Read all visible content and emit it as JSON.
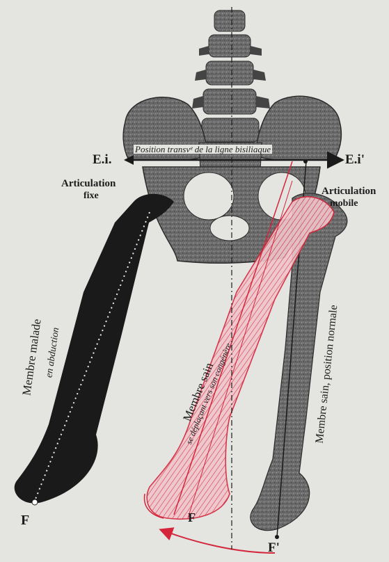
{
  "labels": {
    "ei_left": "E.i.",
    "ei_right": "E.i'",
    "bisiliac_line": "Position transvᵉ de la ligne bisiliaque",
    "articulation_left_1": "Articulation",
    "articulation_left_2": "fixe",
    "articulation_right_1": "Articulation",
    "articulation_right_2": "mobile",
    "membre_malade": "Membre malade",
    "en_abduction": "en abduction",
    "membre_sain": "Membre sain",
    "membre_sain_deplace": "se déplaçant vers son congénère",
    "membre_sain_normale": "Membre sain, position normale",
    "f_left": "F",
    "f_center": "F",
    "f_prime": "F'"
  },
  "colors": {
    "background": "#e4e4e1",
    "bone_gray": "#6e6e6e",
    "bone_dark": "#1a1a1a",
    "ink": "#1c1c1c",
    "red_outline": "#d4253a",
    "red_fill": "#d9707c"
  }
}
